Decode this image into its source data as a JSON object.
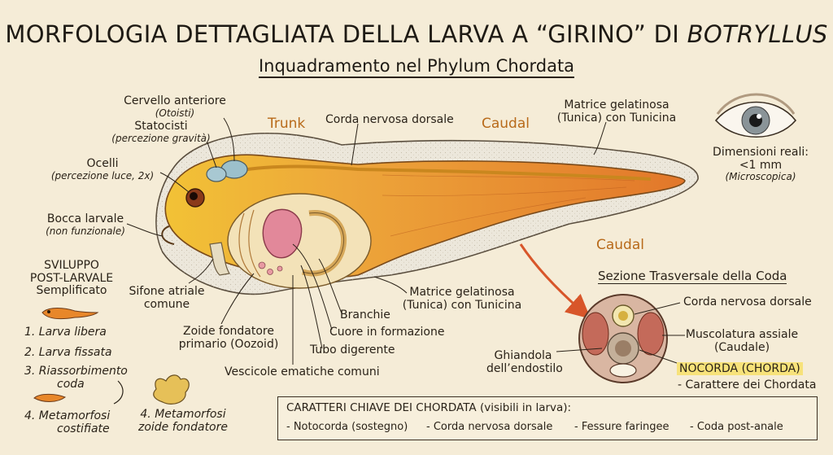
{
  "title": {
    "main": "MORFOLOGIA DETTAGLIATA DELLA LARVA A “GIRINO” DI",
    "emphasis": "BOTRYLLUS"
  },
  "subtitle": "Inquadramento nel Phylum Chordata",
  "sections": {
    "trunk": "Trunk",
    "caudal_top": "Caudal",
    "caudal_bottom": "Caudal"
  },
  "labels": {
    "cervello": {
      "name": "Cervello anteriore",
      "sub": "(Otoisti)"
    },
    "statocisti": {
      "name": "Statocisti",
      "sub": "(percezione gravità)"
    },
    "ocelli": {
      "name": "Ocelli",
      "sub": "(percezione luce, 2x)"
    },
    "bocca": {
      "name": "Bocca larvale",
      "sub": "(non funzionale)"
    },
    "corda_top": "Corda nervosa dorsale",
    "matrice_top": {
      "line1": "Matrice gelatinosa",
      "line2": "(Tunica) con Tunicina"
    },
    "sifone": {
      "line1": "Sifone atriale",
      "line2": "comune"
    },
    "zoide": {
      "line1": "Zoide fondatore",
      "line2": "primario (Oozoid)"
    },
    "vescicole": "Vescicole ematiche comuni",
    "tubo": "Tubo digerente",
    "cuore": "Cuore in formazione",
    "branchie": "Branchie",
    "matrice_bottom": {
      "line1": "Matrice gelatinosa",
      "line2": "(Tunica) con Tunicina"
    }
  },
  "size": {
    "line1": "Dimensioni reali:",
    "line2": "<1 mm",
    "line3": "(Microscopica)"
  },
  "development": {
    "title": {
      "line1": "SVILUPPO",
      "line2": "POST-LARVALE",
      "line3": "Semplificato"
    },
    "steps": [
      "1. Larva libera",
      "2. Larva fissata",
      "3. Riassorbimento",
      "4. Metamorfosi"
    ],
    "step3_extra": "coda",
    "step4_extra": "costifiate",
    "step4b": {
      "line1": "4. Metamorfosi",
      "line2": "zoide fondatore"
    }
  },
  "cross_section": {
    "title": "Sezione Trasversale della Coda",
    "corda": "Corda nervosa dorsale",
    "muscolatura": {
      "line1": "Muscolatura assiale",
      "line2": "(Caudale)"
    },
    "nocorda": "NOCORDA",
    "chorda": "(CHORDA)",
    "carattere": "- Carattere dei Chordata",
    "ghiandola": {
      "line1": "Ghiandola",
      "line2": "dell’endostilo"
    }
  },
  "key_traits": {
    "title": "CARATTERI CHIAVE DEI CHORDATA (visibili in larva):",
    "items": [
      "- Notocorda (sostegno)",
      "- Corda nervosa dorsale",
      "- Fessure faringee",
      "- Coda post-anale"
    ]
  },
  "colors": {
    "background": "#f5ecd7",
    "body_orange": "#e8872a",
    "head_yellow": "#f0c030",
    "tunic": "#ebe6da",
    "section_label": "#b86a1a",
    "highlight": "#f7e27a",
    "arrow": "#d8562a"
  }
}
